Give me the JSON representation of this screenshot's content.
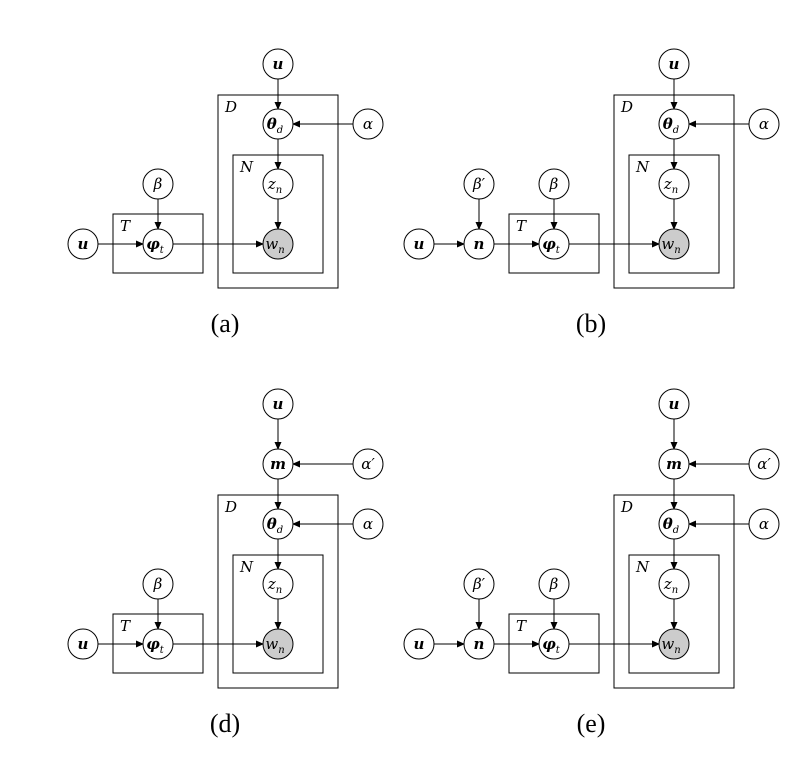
{
  "figure": {
    "colors": {
      "observed_fill": "#cccccc",
      "stroke": "#000000",
      "background": "#ffffff"
    },
    "panels": [
      {
        "id": "a",
        "caption": "(a)",
        "nodes": [
          {
            "id": "u_top",
            "label": "u",
            "bold": true
          },
          {
            "id": "theta",
            "label": "θ",
            "sub": "d",
            "bold": true
          },
          {
            "id": "alpha",
            "label": "α"
          },
          {
            "id": "z",
            "label": "z",
            "sub": "n"
          },
          {
            "id": "w",
            "label": "w",
            "sub": "n",
            "observed": true
          },
          {
            "id": "beta",
            "label": "β"
          },
          {
            "id": "phi",
            "label": "φ",
            "sub": "t",
            "bold": true
          },
          {
            "id": "u_left",
            "label": "u",
            "bold": true
          }
        ],
        "edges": [
          [
            "u_top",
            "theta"
          ],
          [
            "alpha",
            "theta"
          ],
          [
            "theta",
            "z"
          ],
          [
            "z",
            "w"
          ],
          [
            "beta",
            "phi"
          ],
          [
            "u_left",
            "phi"
          ],
          [
            "phi",
            "w"
          ]
        ],
        "plates": [
          {
            "id": "D",
            "label": "D"
          },
          {
            "id": "N",
            "label": "N"
          },
          {
            "id": "T",
            "label": "T"
          }
        ]
      },
      {
        "id": "b",
        "caption": "(b)",
        "nodes": [
          {
            "id": "u_top",
            "label": "u",
            "bold": true
          },
          {
            "id": "theta",
            "label": "θ",
            "sub": "d",
            "bold": true
          },
          {
            "id": "alpha",
            "label": "α"
          },
          {
            "id": "z",
            "label": "z",
            "sub": "n"
          },
          {
            "id": "w",
            "label": "w",
            "sub": "n",
            "observed": true
          },
          {
            "id": "beta",
            "label": "β"
          },
          {
            "id": "phi",
            "label": "φ",
            "sub": "t",
            "bold": true
          },
          {
            "id": "betap",
            "label": "β′"
          },
          {
            "id": "n",
            "label": "n",
            "bold": true
          },
          {
            "id": "u_left",
            "label": "u",
            "bold": true
          }
        ],
        "edges": [
          [
            "u_top",
            "theta"
          ],
          [
            "alpha",
            "theta"
          ],
          [
            "theta",
            "z"
          ],
          [
            "z",
            "w"
          ],
          [
            "beta",
            "phi"
          ],
          [
            "betap",
            "n"
          ],
          [
            "u_left",
            "n"
          ],
          [
            "n",
            "phi"
          ],
          [
            "phi",
            "w"
          ]
        ],
        "plates": [
          {
            "id": "D",
            "label": "D"
          },
          {
            "id": "N",
            "label": "N"
          },
          {
            "id": "T",
            "label": "T"
          }
        ]
      },
      {
        "id": "d",
        "caption": "(d)",
        "nodes": [
          {
            "id": "u_top",
            "label": "u",
            "bold": true
          },
          {
            "id": "m",
            "label": "m",
            "bold": true
          },
          {
            "id": "alphap",
            "label": "α′"
          },
          {
            "id": "theta",
            "label": "θ",
            "sub": "d",
            "bold": true
          },
          {
            "id": "alpha",
            "label": "α"
          },
          {
            "id": "z",
            "label": "z",
            "sub": "n"
          },
          {
            "id": "w",
            "label": "w",
            "sub": "n",
            "observed": true
          },
          {
            "id": "beta",
            "label": "β"
          },
          {
            "id": "phi",
            "label": "φ",
            "sub": "t",
            "bold": true
          },
          {
            "id": "u_left",
            "label": "u",
            "bold": true
          }
        ],
        "edges": [
          [
            "u_top",
            "m"
          ],
          [
            "alphap",
            "m"
          ],
          [
            "m",
            "theta"
          ],
          [
            "alpha",
            "theta"
          ],
          [
            "theta",
            "z"
          ],
          [
            "z",
            "w"
          ],
          [
            "beta",
            "phi"
          ],
          [
            "u_left",
            "phi"
          ],
          [
            "phi",
            "w"
          ]
        ],
        "plates": [
          {
            "id": "D",
            "label": "D"
          },
          {
            "id": "N",
            "label": "N"
          },
          {
            "id": "T",
            "label": "T"
          }
        ]
      },
      {
        "id": "e",
        "caption": "(e)",
        "nodes": [
          {
            "id": "u_top",
            "label": "u",
            "bold": true
          },
          {
            "id": "m",
            "label": "m",
            "bold": true
          },
          {
            "id": "alphap",
            "label": "α′"
          },
          {
            "id": "theta",
            "label": "θ",
            "sub": "d",
            "bold": true
          },
          {
            "id": "alpha",
            "label": "α"
          },
          {
            "id": "z",
            "label": "z",
            "sub": "n"
          },
          {
            "id": "w",
            "label": "w",
            "sub": "n",
            "observed": true
          },
          {
            "id": "beta",
            "label": "β"
          },
          {
            "id": "phi",
            "label": "φ",
            "sub": "t",
            "bold": true
          },
          {
            "id": "betap",
            "label": "β′"
          },
          {
            "id": "n",
            "label": "n",
            "bold": true
          },
          {
            "id": "u_left",
            "label": "u",
            "bold": true
          }
        ],
        "edges": [
          [
            "u_top",
            "m"
          ],
          [
            "alphap",
            "m"
          ],
          [
            "m",
            "theta"
          ],
          [
            "alpha",
            "theta"
          ],
          [
            "theta",
            "z"
          ],
          [
            "z",
            "w"
          ],
          [
            "beta",
            "phi"
          ],
          [
            "betap",
            "n"
          ],
          [
            "u_left",
            "n"
          ],
          [
            "n",
            "phi"
          ],
          [
            "phi",
            "w"
          ]
        ],
        "plates": [
          {
            "id": "D",
            "label": "D"
          },
          {
            "id": "N",
            "label": "N"
          },
          {
            "id": "T",
            "label": "T"
          }
        ]
      }
    ]
  }
}
